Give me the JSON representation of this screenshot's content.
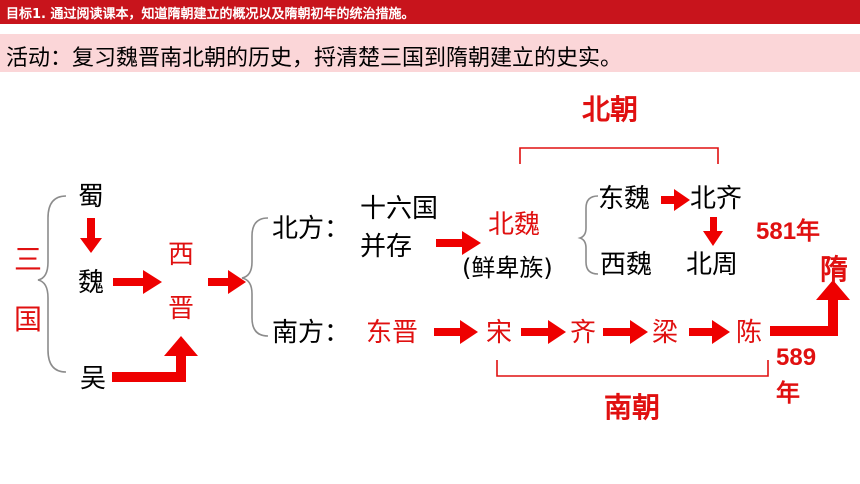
{
  "header": {
    "goal": "目标1. 通过阅读课本，知道隋朝建立的概况以及隋朝初年的统治措施。",
    "activity": "活动：复习魏晋南北朝的历史，捋清楚三国到隋朝建立的史实。"
  },
  "three_kingdoms": {
    "label_1": "三",
    "label_2": "国",
    "shu": "蜀",
    "wei": "魏",
    "wu": "吴"
  },
  "western_jin": {
    "char_1": "西",
    "char_2": "晋"
  },
  "north": {
    "label": "北方：",
    "sixteen_line_1": "十六国",
    "sixteen_line_2": "并存",
    "northern_wei": "北魏",
    "xianbei": "(鲜卑族)",
    "eastern_wei": "东魏",
    "western_wei": "西魏",
    "northern_qi": "北齐",
    "northern_zhou": "北周",
    "group_label": "北朝"
  },
  "south": {
    "label": "南方：",
    "eastern_jin": "东晋",
    "song": "宋",
    "qi": "齐",
    "liang": "梁",
    "chen": "陈",
    "group_label": "南朝"
  },
  "sui": {
    "name": "隋",
    "year_581": "581年",
    "year_589_line_1": "589",
    "year_589_line_2": "年"
  },
  "colors": {
    "accent_red": "#e01010",
    "banner_red": "#c8141c",
    "activity_pink": "#fbd6d8"
  }
}
